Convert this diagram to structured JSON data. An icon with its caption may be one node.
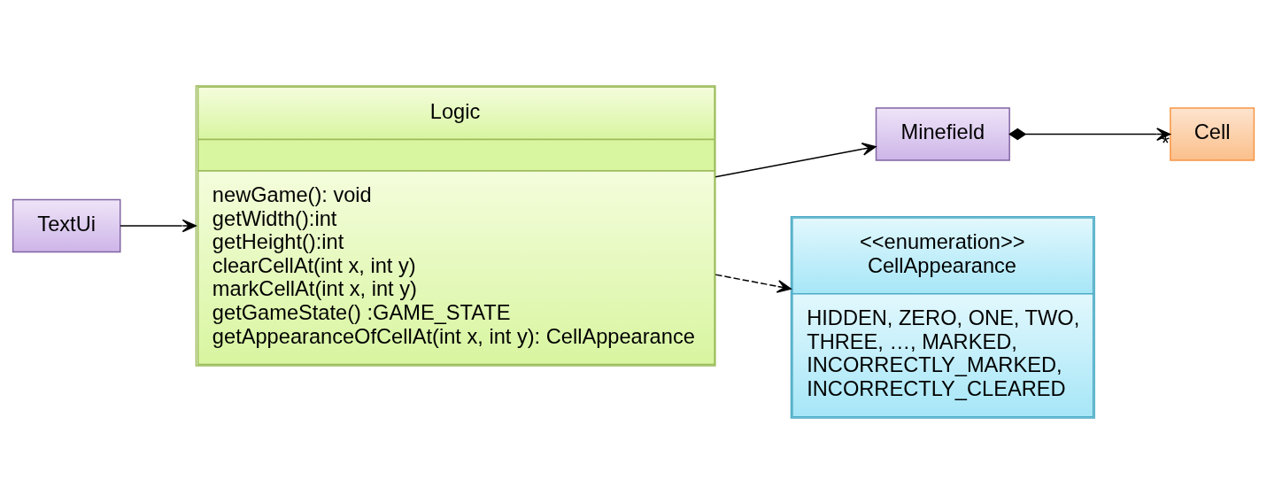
{
  "diagram": {
    "nodes": [
      {
        "text": [
          "TextUi"
        ]
      },
      {
        "text": [
          "Logic",
          "newGame(): void",
          "getWidth():int",
          "getHeight():int",
          "clearCellAt(int x, int y)",
          "markCellAt(int x, int y)",
          "getGameState() :GAME_STATE",
          "getAppearanceOfCellAt(int x, int y): CellAppearance"
        ]
      },
      {
        "text": [
          "Minefield"
        ]
      },
      {
        "text": [
          "Cell"
        ]
      },
      {
        "text": [
          "<<enumeration>>",
          "CellAppearance",
          "HIDDEN, ZERO, ONE, TWO, THREE, …, MARKED, INCORRECTLY_MARKED, INCORRECTLY_CLEARED"
        ]
      }
    ],
    "edges": [
      {
        "from": 0,
        "to": 1,
        "arrow": "to"
      },
      {
        "from": 1,
        "to": 2,
        "arrow": "to"
      },
      {
        "from": 2,
        "to": 3,
        "arrow": "to",
        "label": "*"
      },
      {
        "from": 1,
        "to": 4,
        "arrow": "to",
        "style": "dashed"
      }
    ]
  }
}
